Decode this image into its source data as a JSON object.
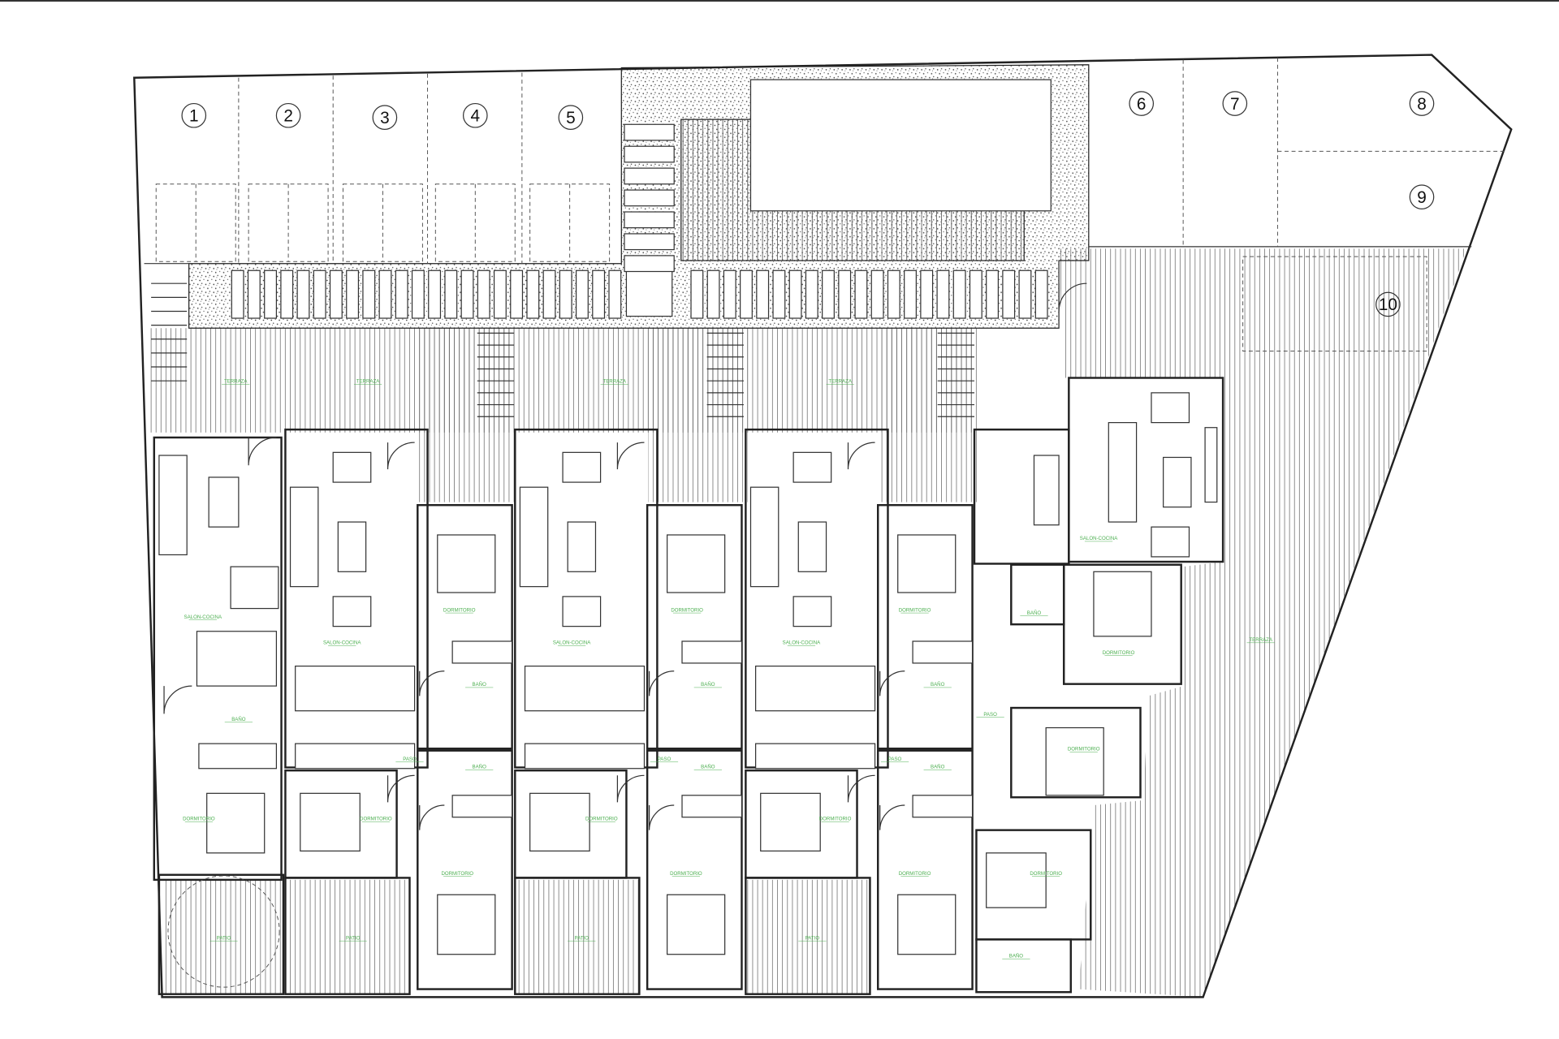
{
  "title": "Planta general - viviendas",
  "parking_spaces": [
    "1",
    "2",
    "3",
    "4",
    "5",
    "6",
    "7",
    "8",
    "9",
    "10"
  ],
  "room_labels": {
    "terraza": "TERRAZA",
    "salon_cocina": "SALON-COCINA",
    "dormitorio": "DORMITORIO",
    "bano": "BAÑO",
    "paso": "PASO",
    "patio": "PATIO"
  },
  "colors": {
    "line": "#222222",
    "label": "#4caf50",
    "background": "#ffffff"
  }
}
